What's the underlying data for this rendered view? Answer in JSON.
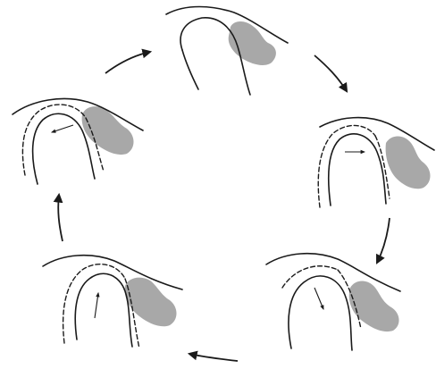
{
  "diagram": {
    "panel_count": 5,
    "cycle_direction": "clockwise",
    "colors": {
      "outline": "#1a1a1a",
      "blob": "#a8a8a8",
      "background": "#ffffff"
    },
    "panels": [
      {
        "id": "top",
        "has_dashed_outline": false,
        "motion_arrow": "none"
      },
      {
        "id": "right",
        "has_dashed_outline": true,
        "motion_arrow": "right"
      },
      {
        "id": "bottom-right",
        "has_dashed_outline": true,
        "motion_arrow": "down"
      },
      {
        "id": "bottom-left",
        "has_dashed_outline": true,
        "motion_arrow": "up"
      },
      {
        "id": "left",
        "has_dashed_outline": true,
        "motion_arrow": "left"
      }
    ]
  }
}
